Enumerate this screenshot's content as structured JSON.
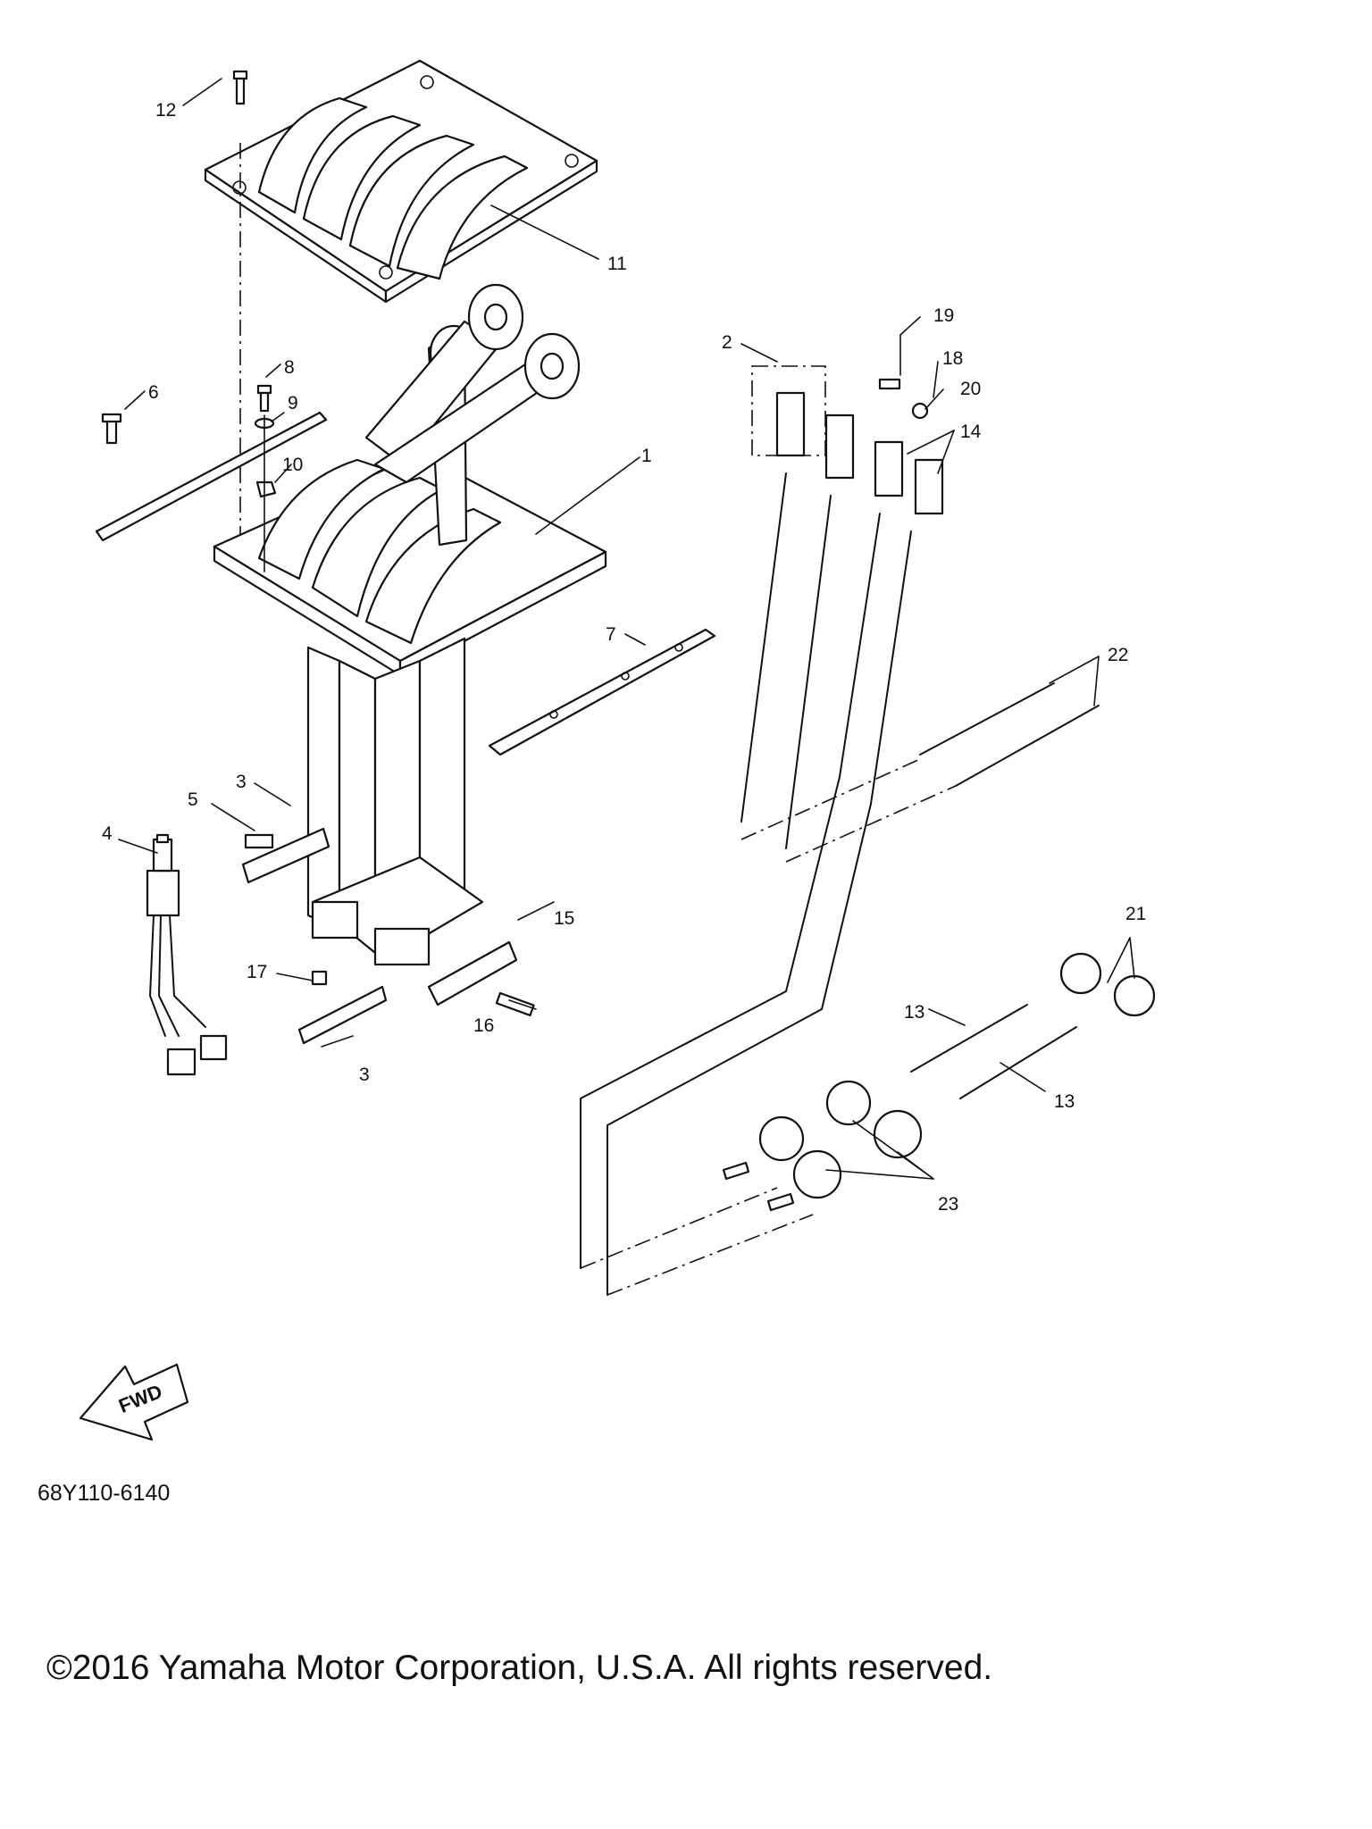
{
  "diagram": {
    "callouts": [
      {
        "id": "12",
        "label": "12"
      },
      {
        "id": "11",
        "label": "11"
      },
      {
        "id": "8",
        "label": "8"
      },
      {
        "id": "9",
        "label": "9"
      },
      {
        "id": "6",
        "label": "6"
      },
      {
        "id": "10",
        "label": "10"
      },
      {
        "id": "1",
        "label": "1"
      },
      {
        "id": "2",
        "label": "2"
      },
      {
        "id": "19",
        "label": "19"
      },
      {
        "id": "18",
        "label": "18"
      },
      {
        "id": "20",
        "label": "20"
      },
      {
        "id": "14",
        "label": "14"
      },
      {
        "id": "7",
        "label": "7"
      },
      {
        "id": "22",
        "label": "22"
      },
      {
        "id": "3a",
        "label": "3"
      },
      {
        "id": "5",
        "label": "5"
      },
      {
        "id": "4",
        "label": "4"
      },
      {
        "id": "15",
        "label": "15"
      },
      {
        "id": "17",
        "label": "17"
      },
      {
        "id": "16",
        "label": "16"
      },
      {
        "id": "3b",
        "label": "3"
      },
      {
        "id": "21",
        "label": "21"
      },
      {
        "id": "13a",
        "label": "13"
      },
      {
        "id": "13b",
        "label": "13"
      },
      {
        "id": "23",
        "label": "23"
      }
    ],
    "fwd_label": "FWD",
    "diagram_code": "68Y110-6140",
    "copyright": "©2016 Yamaha Motor Corporation, U.S.A. All rights reserved."
  }
}
